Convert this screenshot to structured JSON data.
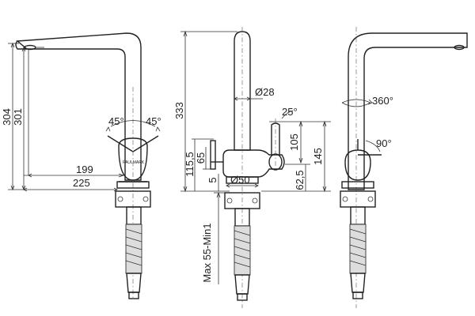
{
  "views": {
    "side": {
      "dims": {
        "h_total": "304",
        "h_spout": "301",
        "reach_inner": "199",
        "reach_outer": "225"
      },
      "angles": {
        "left": "45°",
        "right": "45°"
      },
      "brand": "PAULMARK"
    },
    "front": {
      "dims": {
        "height": "333",
        "tube_diameter": "Ø28",
        "angle": "25°",
        "lever_h": "105",
        "total_h": "145",
        "left_h1": "115,5",
        "left_h2": "65",
        "base_h": "5",
        "base_diameter": "Ø50",
        "right_small": "62,5"
      },
      "countertop": "Max 55-Min1"
    },
    "back": {
      "angles": {
        "rotation": "360°",
        "lever": "90°"
      }
    }
  },
  "colors": {
    "line": "#222222",
    "hose_fill": "#dddddd"
  }
}
